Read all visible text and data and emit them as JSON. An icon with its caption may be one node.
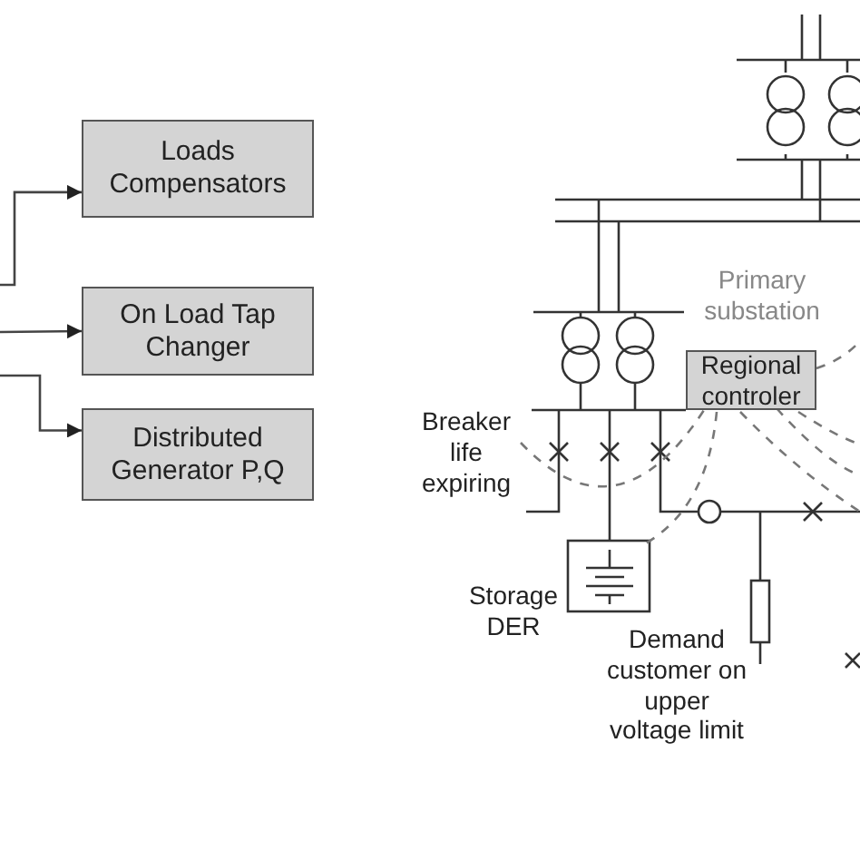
{
  "diagram": {
    "nodes": [
      {
        "text": [
          "Loads Compensators"
        ]
      },
      {
        "text": [
          "On Load Tap Changer"
        ]
      },
      {
        "text": [
          "Distributed Generator P,Q"
        ]
      },
      {
        "text": [
          "Regional controler"
        ]
      }
    ],
    "edges": [
      {
        "from": null,
        "to": 0,
        "arrow": "to"
      },
      {
        "from": null,
        "to": 1,
        "arrow": "to"
      },
      {
        "from": null,
        "to": 2,
        "arrow": "to"
      }
    ],
    "labels": [
      "Primary substation",
      "Breaker life expiring",
      "Storage DER",
      "Demand customer on upper voltage limit"
    ]
  }
}
